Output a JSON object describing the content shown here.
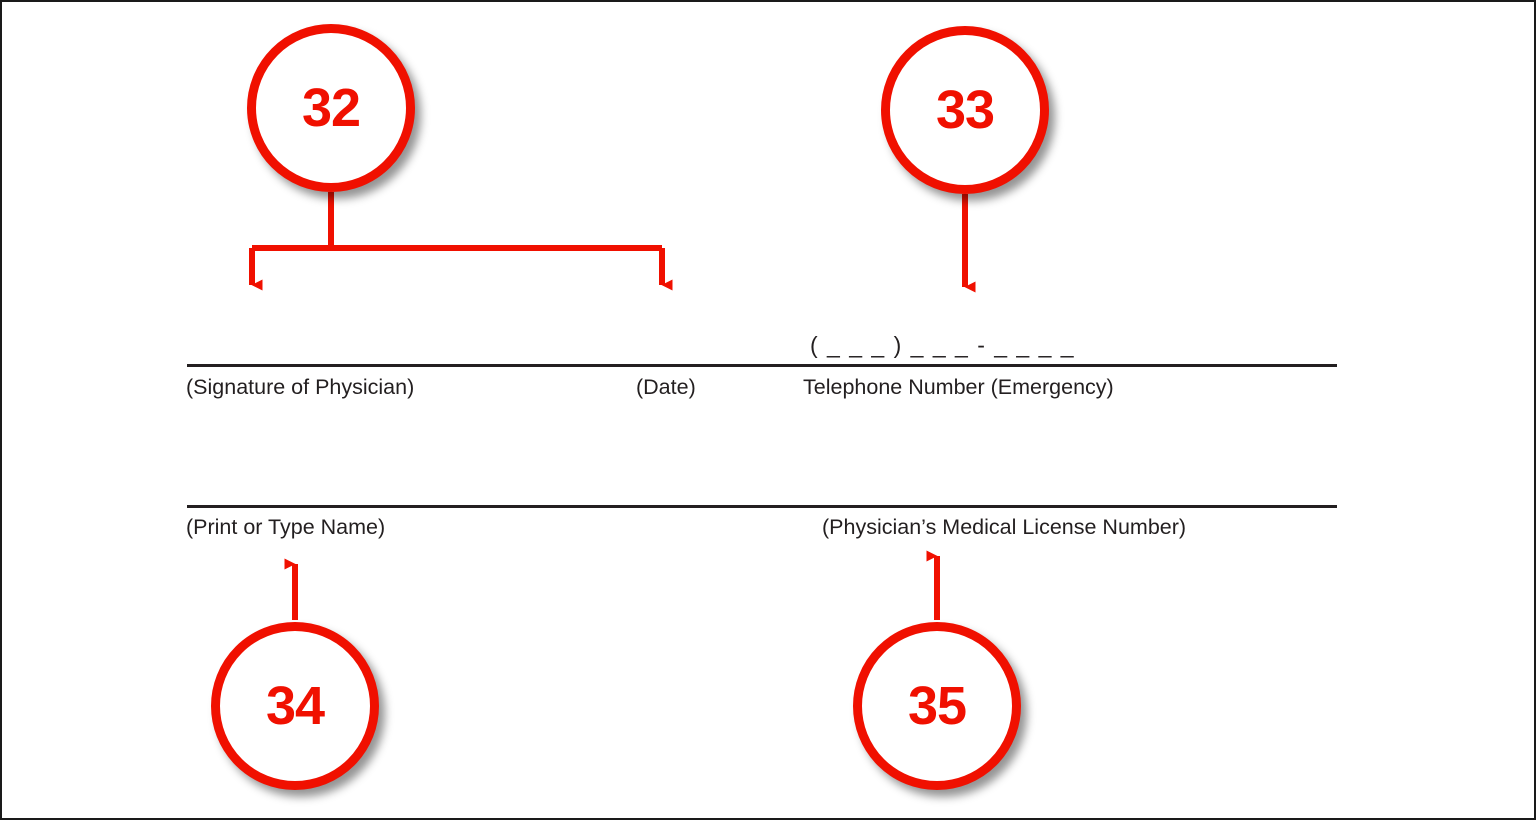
{
  "document": {
    "type": "annotated-form-excerpt",
    "frame_border_color": "#1a1a1a",
    "background_color": "#ffffff",
    "rule_color": "#231f20",
    "text_color": "#231f20",
    "callout_color": "#f01000"
  },
  "form": {
    "rows": [
      {
        "name": "signature-row",
        "fields": [
          {
            "id": "signature",
            "label": "(Signature of Physician)",
            "value": ""
          },
          {
            "id": "date",
            "label": "(Date)",
            "value": ""
          },
          {
            "id": "telephone",
            "label": "Telephone Number (Emergency)",
            "value": "( _ _ _ ) _ _ _ - _ _ _ _"
          }
        ]
      },
      {
        "name": "name-row",
        "fields": [
          {
            "id": "print-name",
            "label": "(Print or Type Name)",
            "value": ""
          },
          {
            "id": "license",
            "label": "(Physician’s Medical License Number)",
            "value": ""
          }
        ]
      }
    ]
  },
  "callouts": [
    {
      "id": "callout-32",
      "number": "32",
      "points_to": [
        "signature",
        "date"
      ],
      "arrow_direction": "down",
      "style": "split-branch"
    },
    {
      "id": "callout-33",
      "number": "33",
      "points_to": [
        "telephone"
      ],
      "arrow_direction": "down",
      "style": "straight"
    },
    {
      "id": "callout-34",
      "number": "34",
      "points_to": [
        "print-name"
      ],
      "arrow_direction": "up",
      "style": "straight"
    },
    {
      "id": "callout-35",
      "number": "35",
      "points_to": [
        "license"
      ],
      "arrow_direction": "up",
      "style": "straight"
    }
  ]
}
